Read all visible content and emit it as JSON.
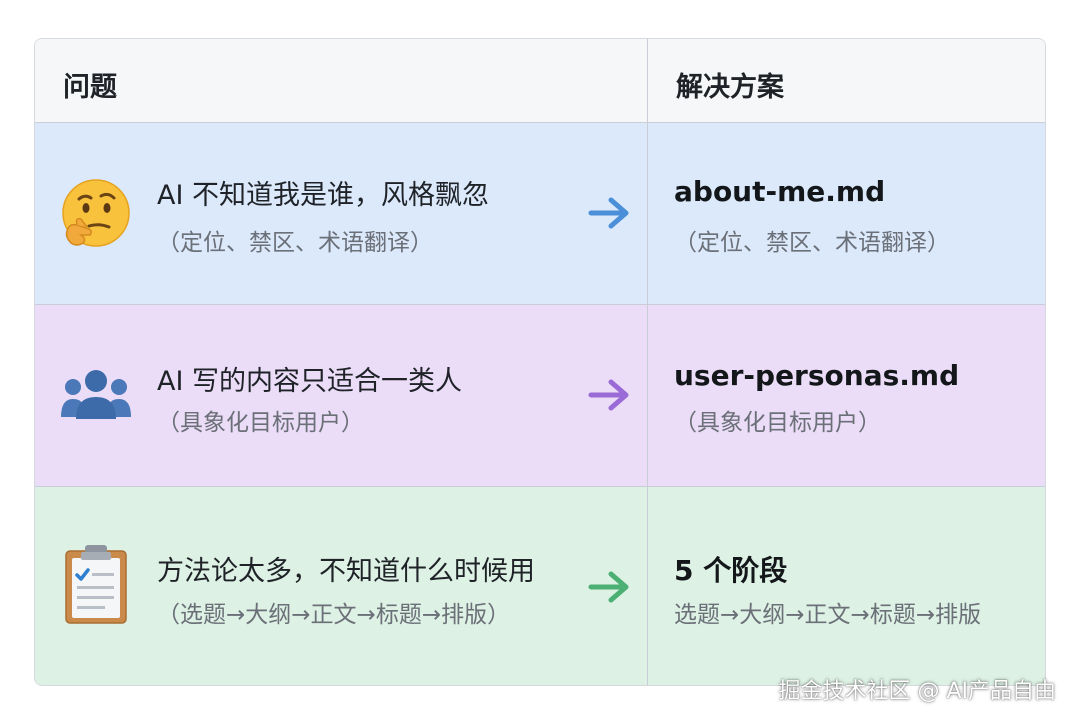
{
  "header": {
    "problem_label": "问题",
    "solution_label": "解决方案"
  },
  "rows": [
    {
      "icon": "thinking-face-icon",
      "problem": "AI 不知道我是谁，风格飘忽",
      "problem_detail": "（定位、禁区、术语翻译）",
      "solution": "about-me.md",
      "solution_detail": "（定位、禁区、术语翻译）",
      "accent": "#4a8fd8"
    },
    {
      "icon": "users-group-icon",
      "problem": "AI 写的内容只适合一类人",
      "problem_detail": "（具象化目标用户）",
      "solution": "user-personas.md",
      "solution_detail": "（具象化目标用户）",
      "accent": "#9a6bd6"
    },
    {
      "icon": "clipboard-checklist-icon",
      "problem": "方法论太多，不知道什么时候用",
      "problem_detail": "（选题→大纲→正文→标题→排版）",
      "solution": "5 个阶段",
      "solution_detail": "选题→大纲→正文→标题→排版",
      "accent": "#4caf73"
    }
  ],
  "colors": {
    "row1_bg": "#dbe9fb",
    "row2_bg": "#ebdcf7",
    "row3_bg": "#ddf1e4"
  },
  "watermark": "掘金技术社区 @ AI产品自由"
}
